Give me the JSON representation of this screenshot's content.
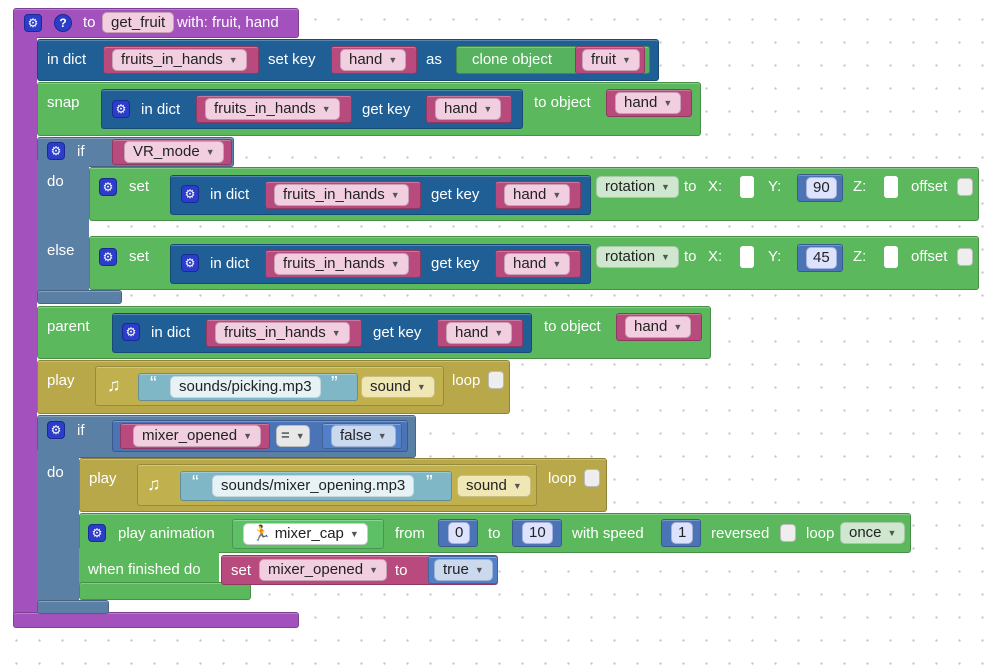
{
  "function": {
    "to_label": "to",
    "name": "get_fruit",
    "with_label": "with: fruit, hand"
  },
  "lines": {
    "in_dict": "in dict",
    "set_key": "set key",
    "get_key": "get key",
    "as": "as",
    "clone_object": "clone object",
    "snap": "snap",
    "to_object": "to object",
    "if": "if",
    "do": "do",
    "else": "else",
    "set": "set",
    "to": "to",
    "x": "X:",
    "y": "Y:",
    "z": "Z:",
    "offset": "offset",
    "parent": "parent",
    "play": "play",
    "loop": "loop",
    "eq": "=",
    "play_animation": "play animation",
    "from": "from",
    "with_speed": "with speed",
    "reversed": "reversed",
    "when_finished_do": "when finished do"
  },
  "vars": {
    "fruits_in_hands": "fruits_in_hands",
    "hand": "hand",
    "fruit": "fruit",
    "vr_mode": "VR_mode",
    "mixer_opened": "mixer_opened",
    "mixer_cap": "mixer_cap"
  },
  "values": {
    "rotation": "rotation",
    "rot_y_1": "90",
    "rot_y_2": "45",
    "sound_1": "sounds/picking.mp3",
    "sound_2": "sounds/mixer_opening.mp3",
    "sound_type": "sound",
    "false": "false",
    "true": "true",
    "anim_from": "0",
    "anim_to": "10",
    "anim_speed": "1",
    "loop_mode": "once"
  },
  "colors": {
    "procedure": "#a352bd",
    "action": "#5cb85c",
    "logic": "#5b80a5",
    "dictionary": "#1f5f96",
    "variable": "#b84a7d",
    "sound": "#b8a84a"
  },
  "icons": [
    "gear-icon",
    "help-icon",
    "music-note-icon",
    "running-person-icon",
    "dropdown-arrow-icon"
  ]
}
